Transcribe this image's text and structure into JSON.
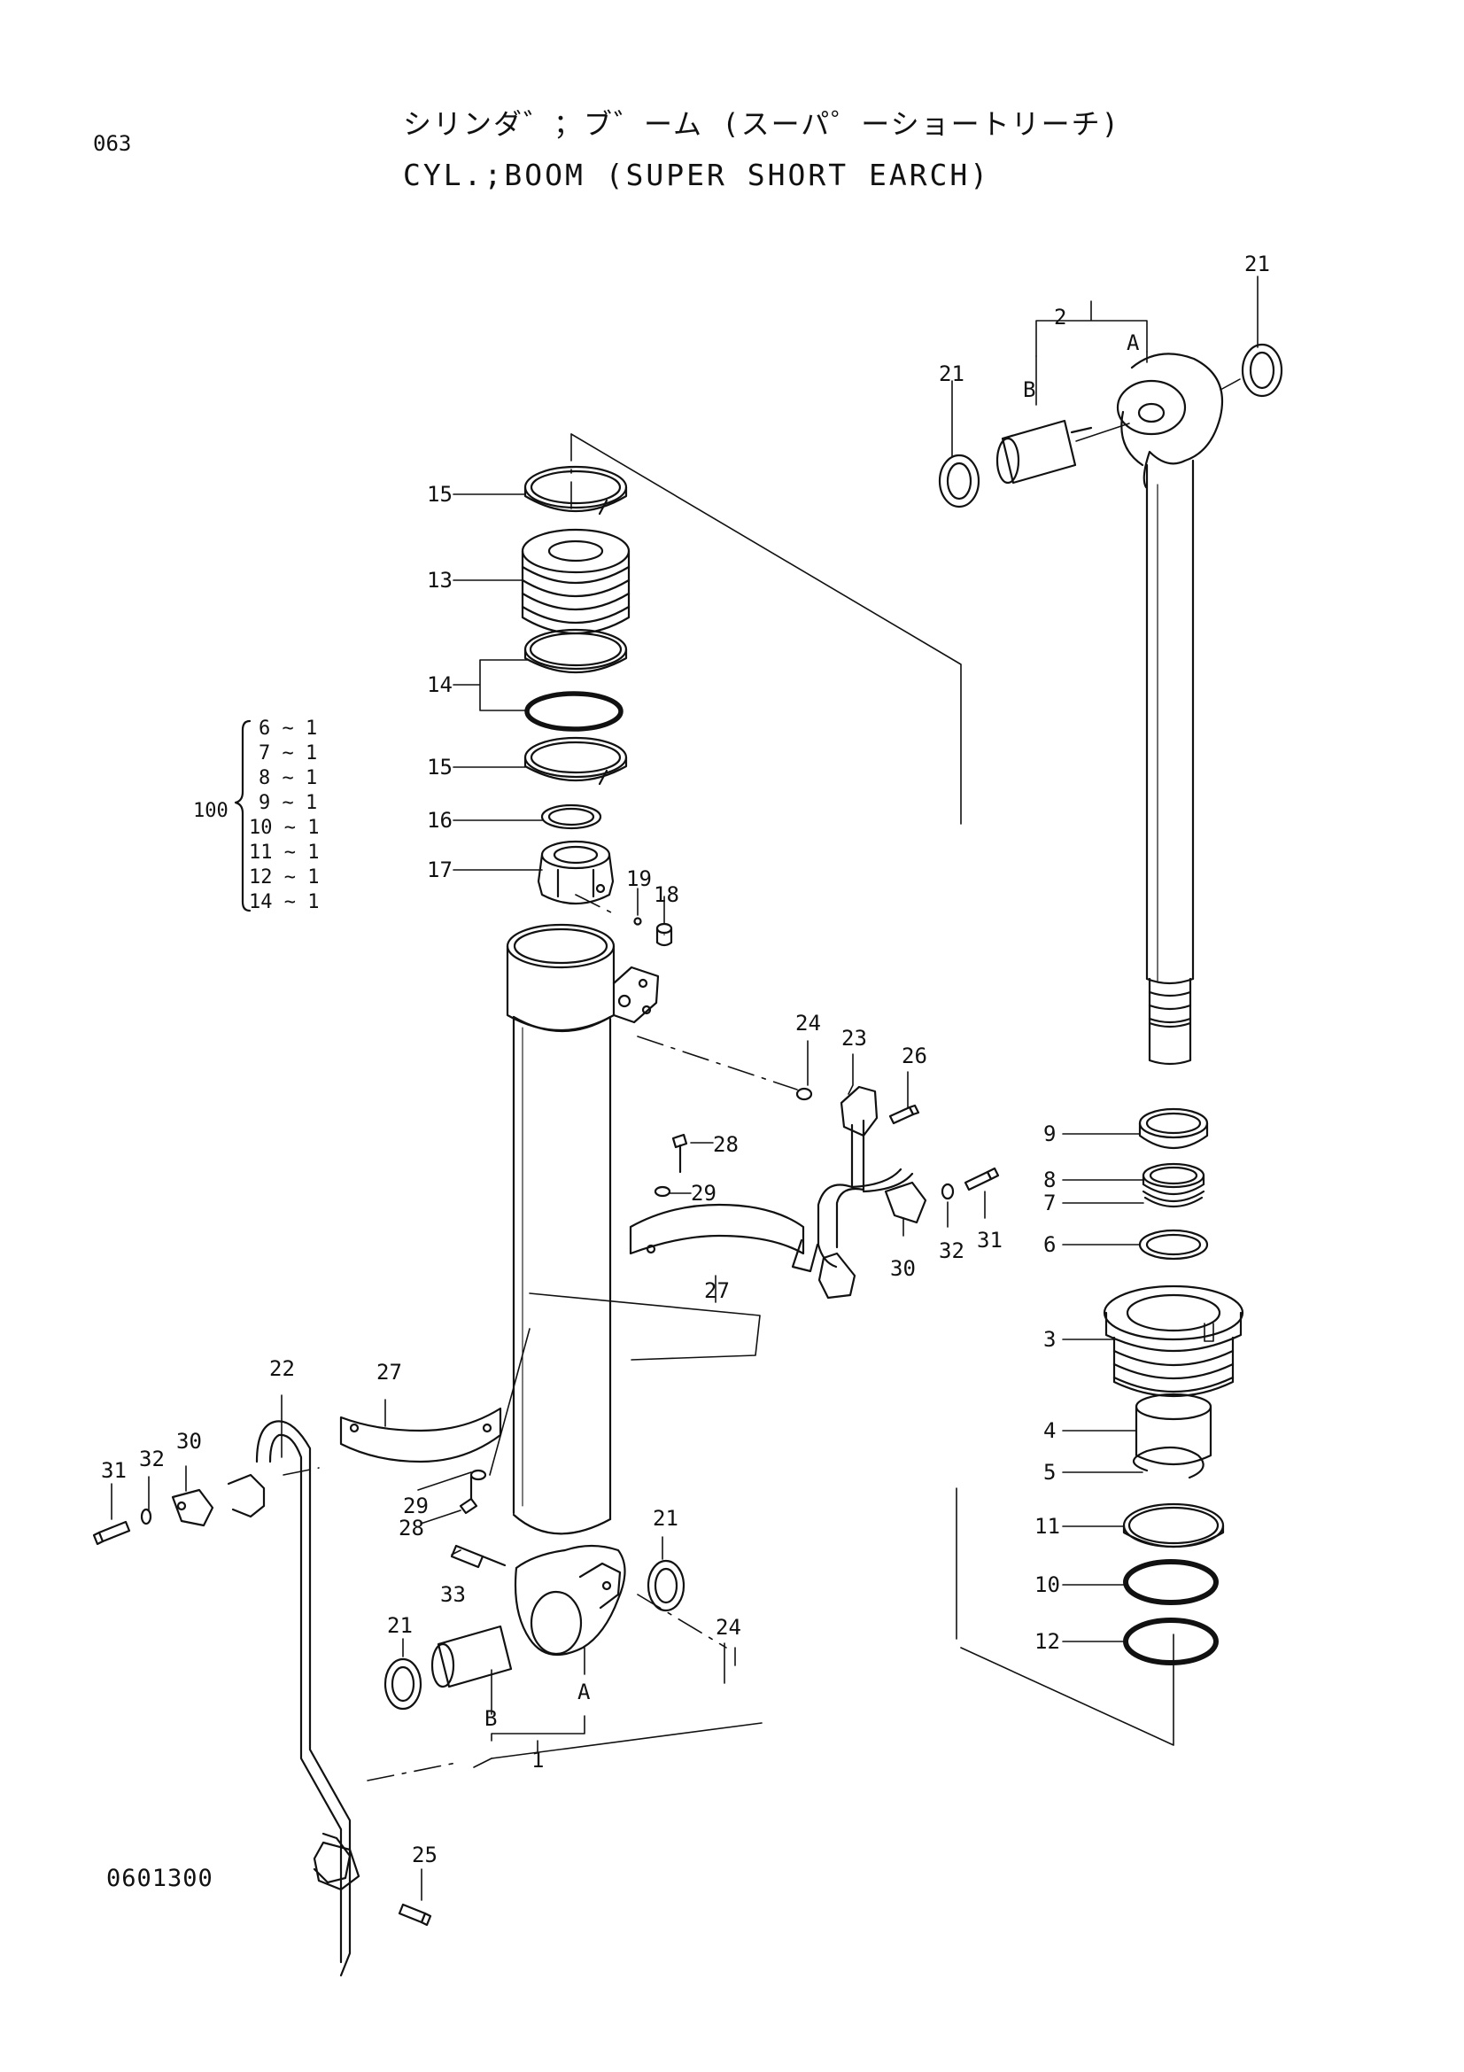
{
  "header": {
    "page_number": "063",
    "title_jp": "シリンダ゛；ブ゛ーム (スーパ゜ーショートリーチ)",
    "title_en": "CYL.;BOOM (SUPER SHORT EARCH)"
  },
  "footer": {
    "drawing_number": "0601300"
  },
  "kit": {
    "label": "100",
    "entries": [
      "6 ~ 1",
      "7 ~ 1",
      "8 ~ 1",
      "9 ~ 1",
      "10 ~ 1",
      "11 ~ 1",
      "12 ~ 1",
      "14 ~ 1"
    ]
  },
  "callouts": {
    "c1": "1",
    "c2": "2",
    "c3": "3",
    "c4": "4",
    "c5": "5",
    "c6": "6",
    "c7": "7",
    "c8": "8",
    "c9": "9",
    "c10": "10",
    "c11": "11",
    "c12": "12",
    "c13": "13",
    "c14": "14",
    "c15a": "15",
    "c15b": "15",
    "c16": "16",
    "c17": "17",
    "c18": "18",
    "c19": "19",
    "c21a": "21",
    "c21b": "21",
    "c21c": "21",
    "c21d": "21",
    "c22": "22",
    "c23": "23",
    "c24a": "24",
    "c24b": "24",
    "c25": "25",
    "c26": "26",
    "c27a": "27",
    "c27b": "27",
    "c28a": "28",
    "c28b": "28",
    "c29a": "29",
    "c29b": "29",
    "c30a": "30",
    "c30b": "30",
    "c31a": "31",
    "c31b": "31",
    "c32a": "32",
    "c32b": "32",
    "c33": "33",
    "A_rod": "A",
    "B_rod": "B",
    "A_tube": "A",
    "B_tube": "B"
  },
  "colors": {
    "line": "#111111",
    "background": "#ffffff"
  }
}
